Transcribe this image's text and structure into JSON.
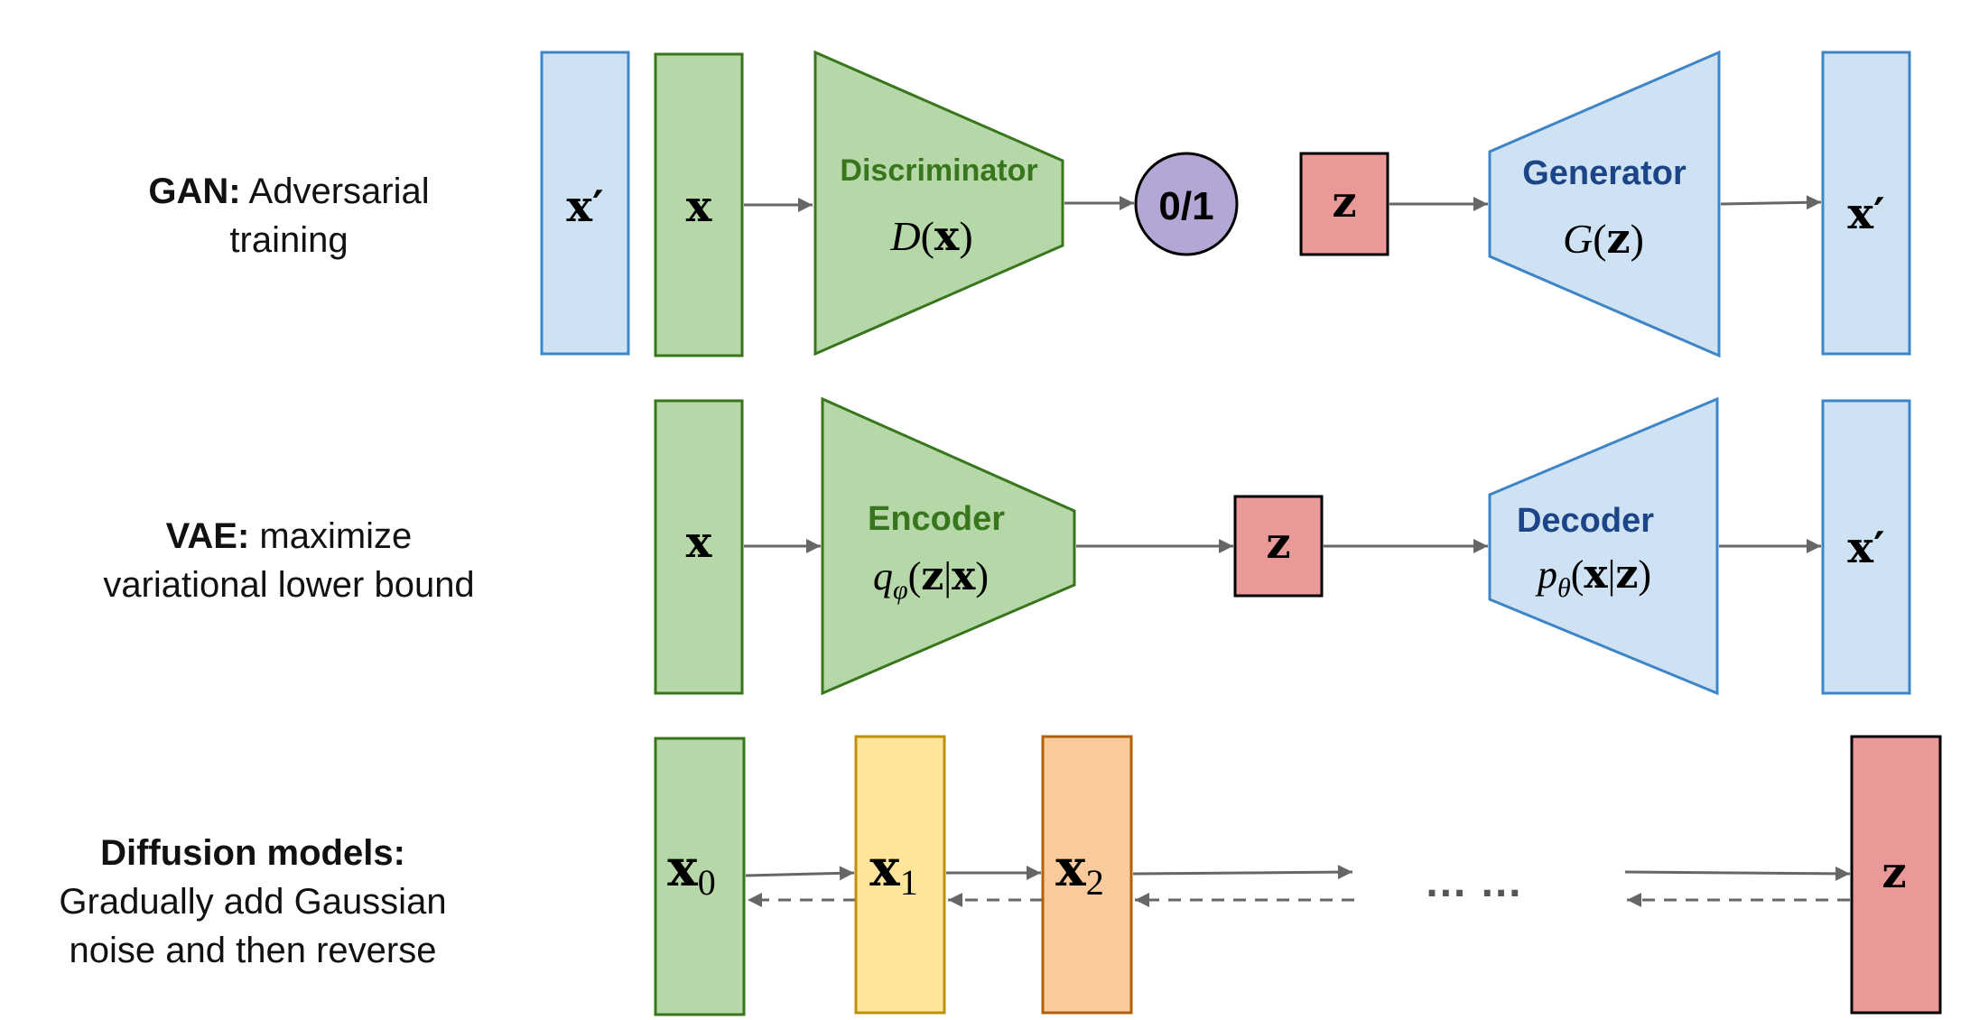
{
  "rows": {
    "gan": {
      "label_bold": "GAN:",
      "label_rest": " Adversarial",
      "label_line2": "training",
      "input_fake": "x′",
      "input_real": "x",
      "discriminator_title": "Discriminator",
      "discriminator_formula": "D(x)",
      "output": "0/1",
      "latent": "z",
      "generator_title": "Generator",
      "generator_formula": "G(z)",
      "generated": "x′"
    },
    "vae": {
      "label_bold": "VAE:",
      "label_rest": " maximize",
      "label_line2": "variational lower bound",
      "input": "x",
      "encoder_title": "Encoder",
      "encoder_formula": "qφ(z|x)",
      "latent": "z",
      "decoder_title": "Decoder",
      "decoder_formula": "pθ(x|z)",
      "output": "x′"
    },
    "diffusion": {
      "label_line1": "Diffusion models:",
      "label_line2": "Gradually add Gaussian",
      "label_line3": "noise and then reverse",
      "x0": "x0",
      "x1": "x1",
      "x2": "x2",
      "ellipsis": "…  …",
      "latent": "z"
    }
  },
  "colors": {
    "green_fill": "#b6d7a8",
    "green_stroke": "#38761d",
    "green_text": "#38761d",
    "blue_fill": "#cfe2f3",
    "blue_stroke": "#3d85c6",
    "blue_text": "#1c4587",
    "red_fill": "#ea9999",
    "yellow_fill": "#ffe599",
    "yellow_stroke": "#bf9000",
    "orange_fill": "#f9cb9c",
    "orange_stroke": "#b45f06",
    "purple_fill": "#b4a7d6",
    "arrow": "#666666",
    "black": "#000000"
  }
}
